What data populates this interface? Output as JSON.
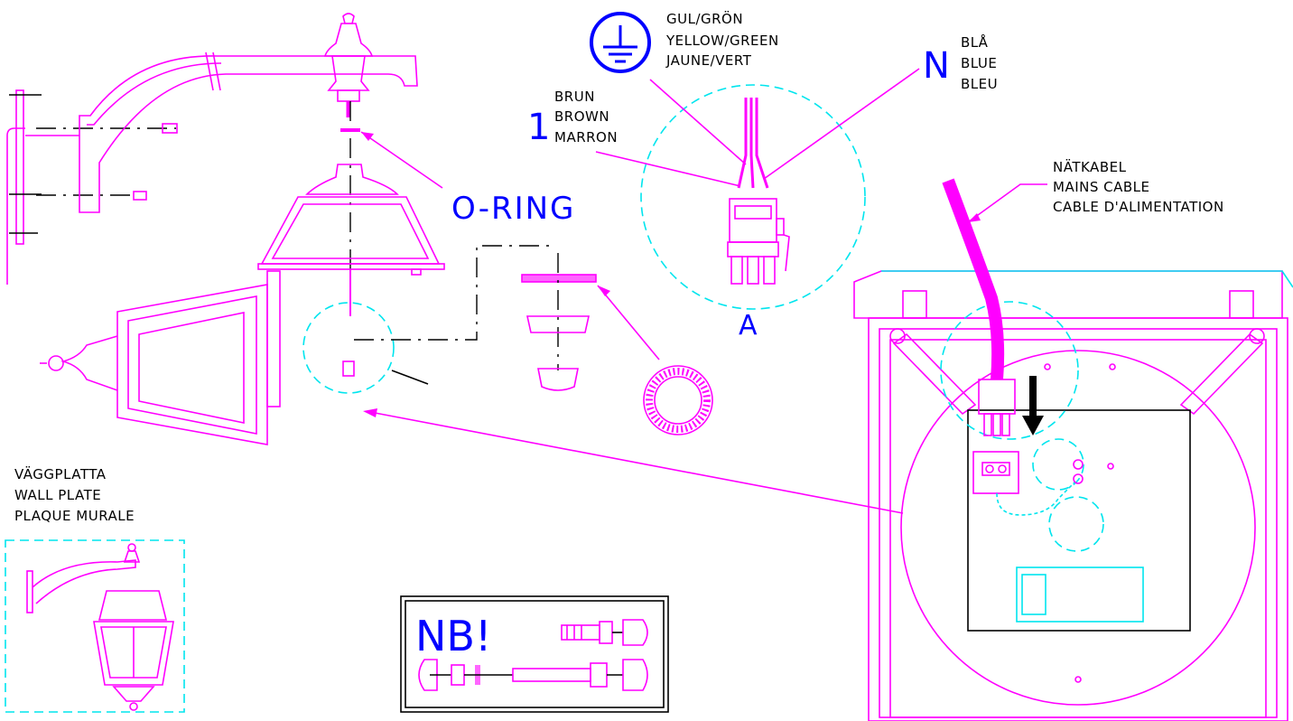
{
  "labels": {
    "earth": [
      "GUL/GRÖN",
      "YELLOW/GREEN",
      "JAUNE/VERT"
    ],
    "neutral_symbol": "N",
    "neutral": [
      "BLÅ",
      "BLUE",
      "BLEU"
    ],
    "live_symbol": "1",
    "live": [
      "BRUN",
      "BROWN",
      "MARRON"
    ],
    "oring": "O-RING",
    "detail_a": "A",
    "mains_cable": [
      "NÄTKABEL",
      "MAINS CABLE",
      "CABLE D'ALIMENTATION"
    ],
    "wall_plate": [
      "VÄGGPLATTA",
      "WALL PLATE",
      "PLAQUE MURALE"
    ],
    "nb": "NB!"
  },
  "colors": {
    "part": "#ff00ff",
    "detail": "#00e5ee",
    "text": "#000000",
    "accent": "#0000ff"
  }
}
